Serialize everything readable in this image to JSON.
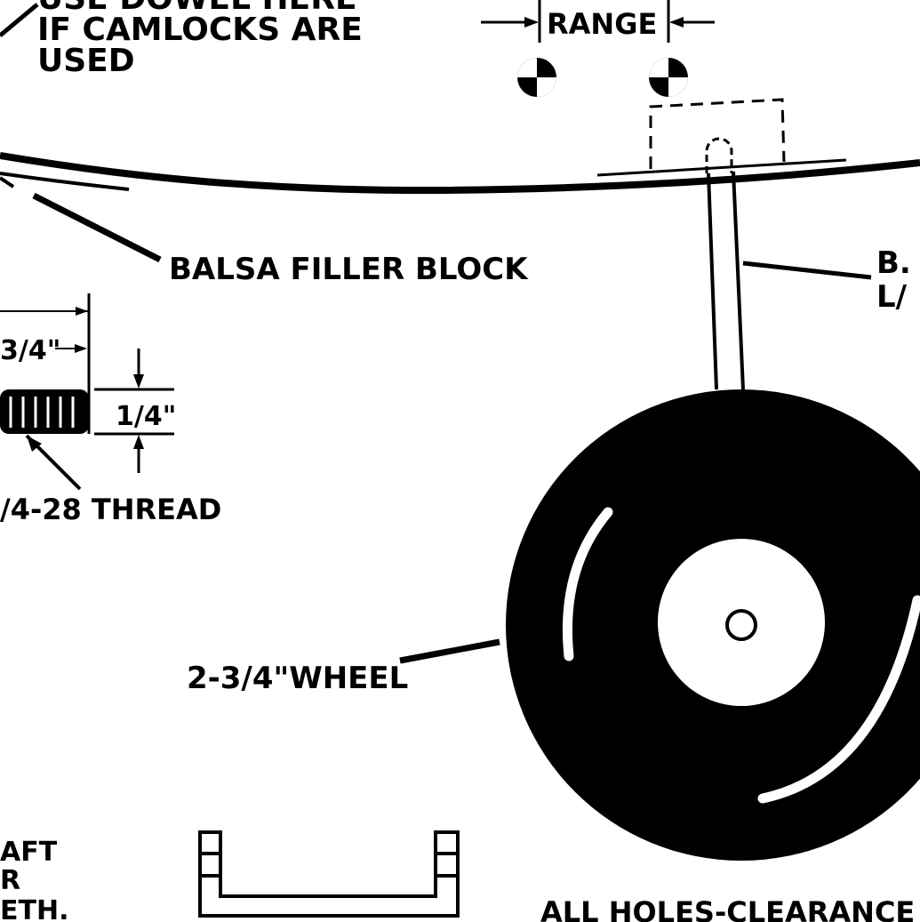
{
  "labels": {
    "dowel_line1": "USE DOWEL HERE",
    "dowel_line2": "IF CAMLOCKS ARE",
    "dowel_line3": "USED",
    "range": "RANGE",
    "balsa_filler": "BALSA FILLER BLOCK",
    "right_cut_line1": "B.",
    "right_cut_line2": "L/",
    "dim_three_quarter": "3/4\"",
    "dim_quarter": "1/4\"",
    "thread": "/4-28 THREAD",
    "wheel": "2-3/4\"WHEEL",
    "shaft_line1": "AFT",
    "shaft_line2": "R",
    "shaft_line3": "ETH.",
    "holes": "ALL HOLES-CLEARANCE"
  },
  "colors": {
    "ink": "#000000",
    "paper": "#ffffff"
  }
}
